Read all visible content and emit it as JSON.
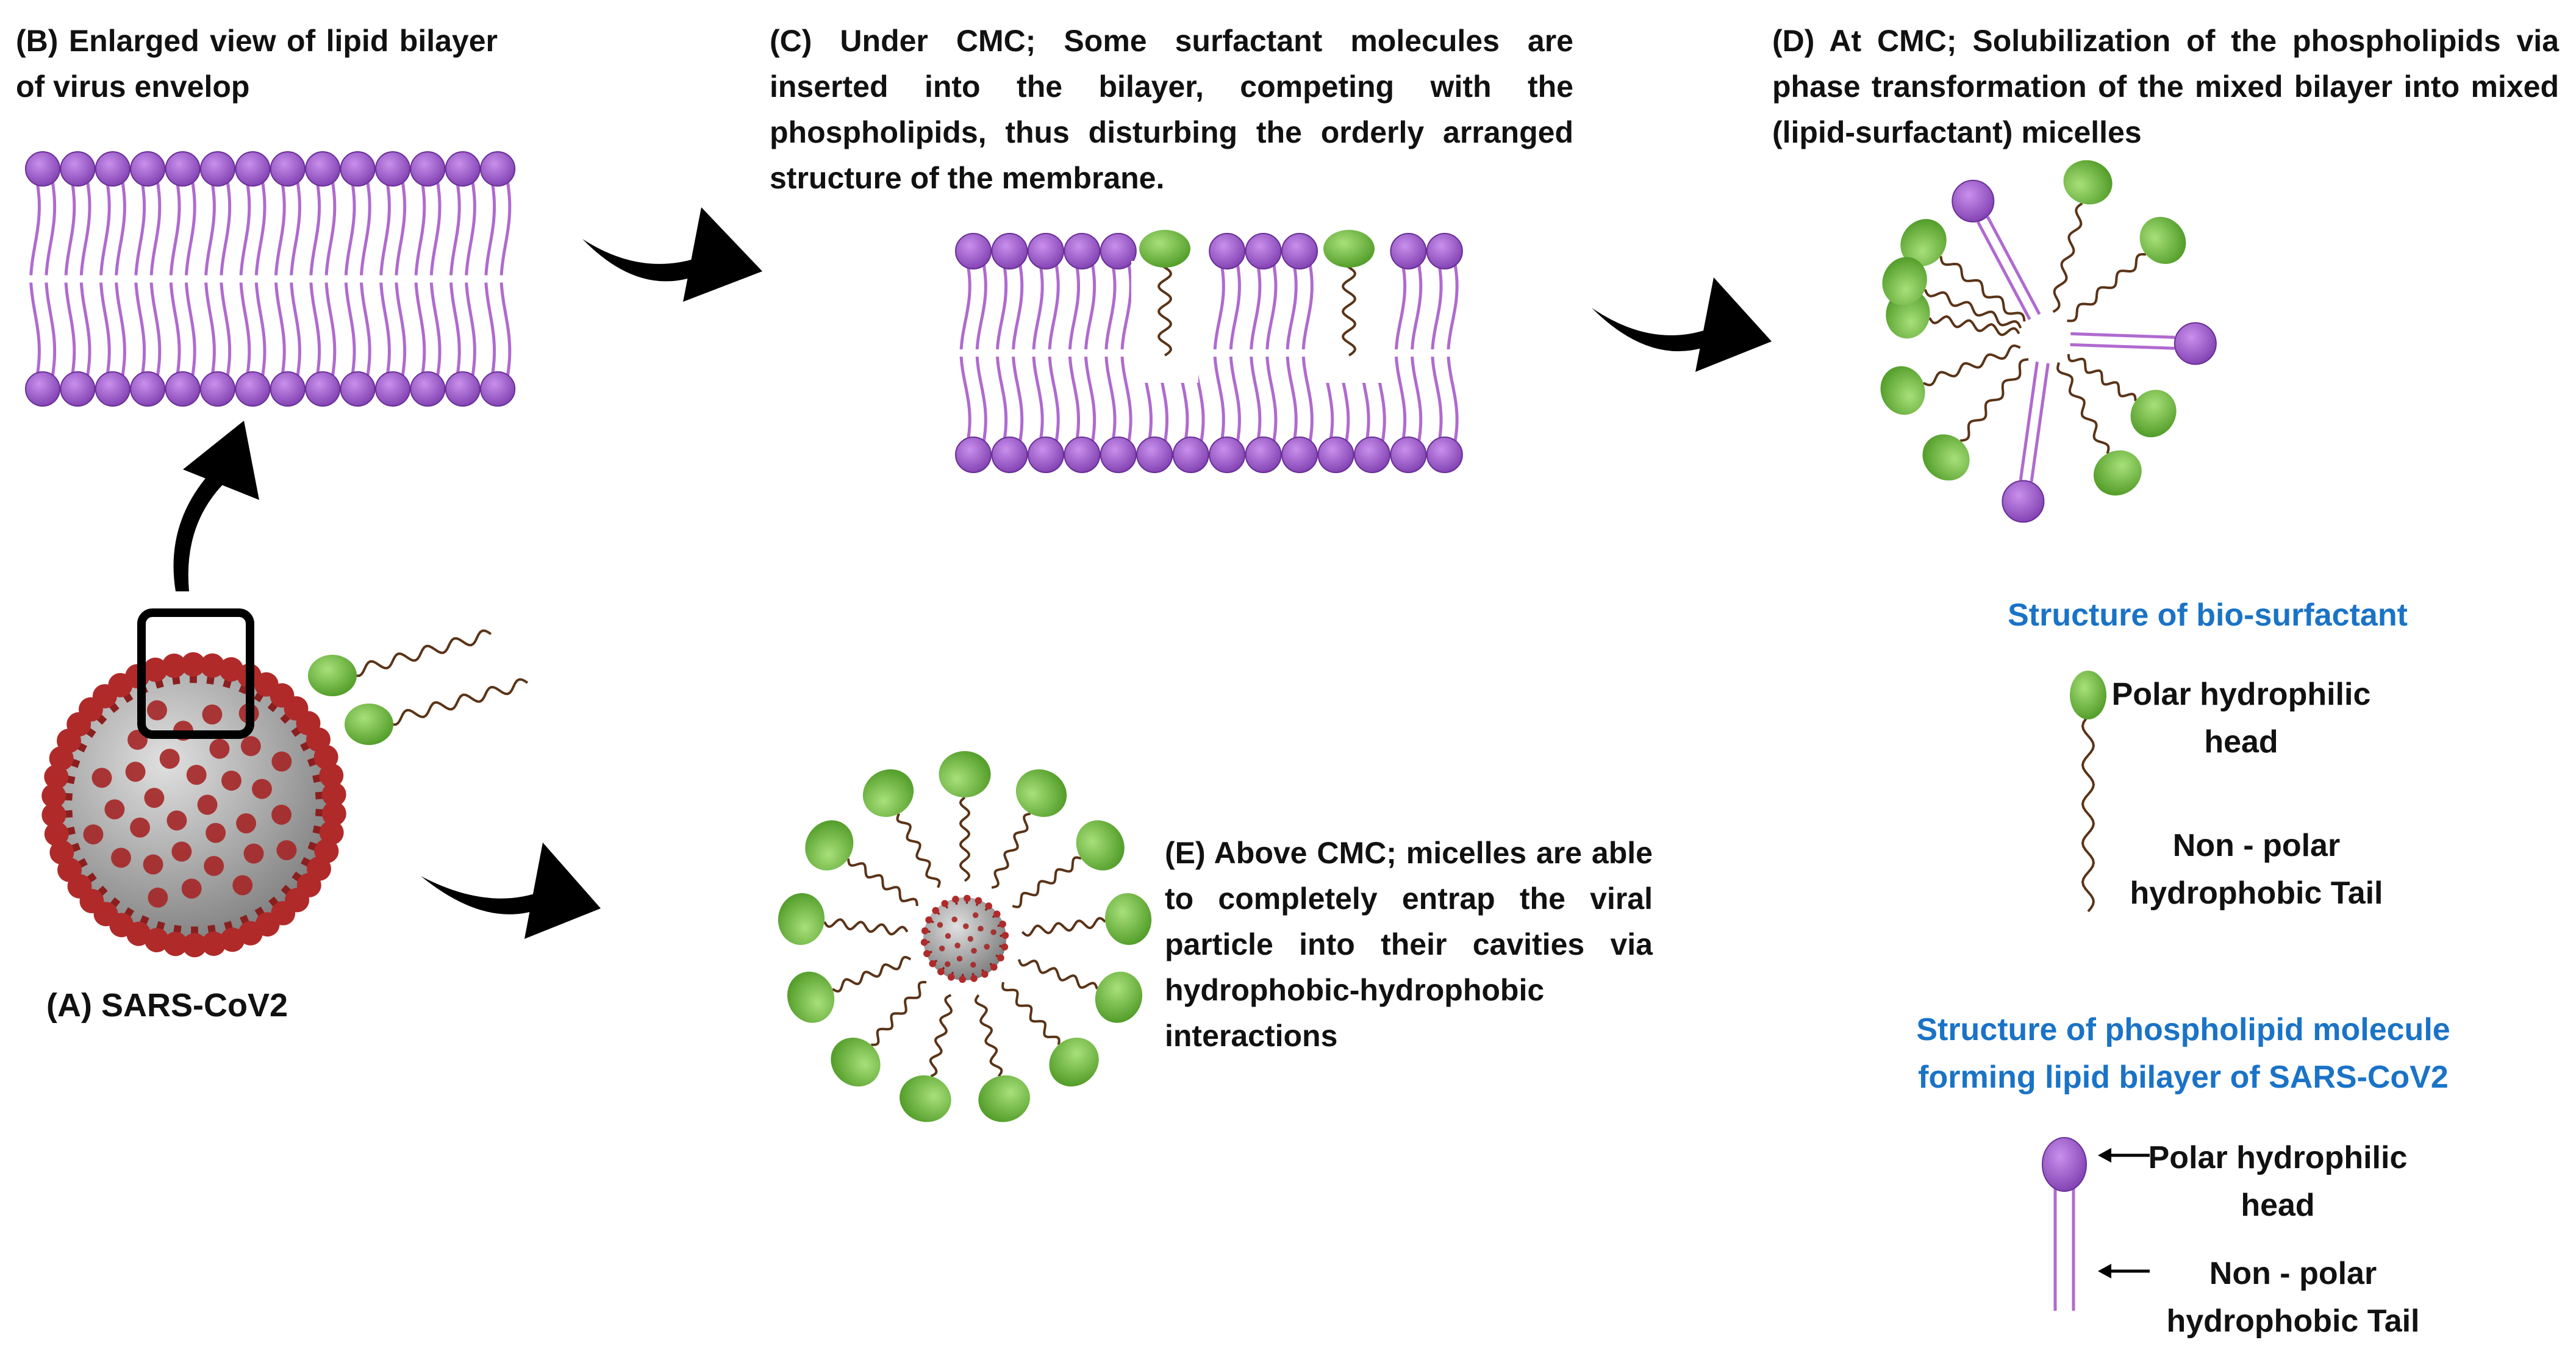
{
  "captions": {
    "a": "(A) SARS-CoV2",
    "b": "(B) Enlarged view of lipid bilayer of virus envelop",
    "c": "(C) Under CMC; Some surfactant molecules are inserted into the bilayer, competing with the phospholipids, thus disturbing the orderly arranged structure of the membrane.",
    "d": "(D) At CMC; Solubilization of the phospholipids via phase transformation of the mixed bilayer into mixed (lipid-surfactant) micelles",
    "e": "(E) Above CMC; micelles are able to completely entrap the viral particle into their cavities via hydrophobic-hydrophobic interactions"
  },
  "legend": {
    "surfactant_title": "Structure of bio-surfactant",
    "surfactant_head": "Polar hydrophilic head",
    "surfactant_tail": "Non - polar hydrophobic Tail",
    "phospholipid_title": "Structure of phospholipid molecule forming lipid bilayer of SARS-CoV2",
    "phospholipid_head": "Polar hydrophilic head",
    "phospholipid_tail": "Non - polar hydrophobic Tail"
  },
  "colors": {
    "surfactant_head": "#6cb33e",
    "phospholipid_head": "#9b59c9",
    "surfactant_tail": "#5a3317",
    "phospholipid_tail": "#b06ad0",
    "virus_body": "#9a9a9a",
    "virus_spike": "#b02a2a",
    "blue_title": "#1a73c6",
    "arrow": "#000000"
  },
  "icons": {
    "virus": "coronavirus-icon",
    "arrow": "curved-arrow-icon",
    "zoom_box": "zoom-box-icon"
  }
}
